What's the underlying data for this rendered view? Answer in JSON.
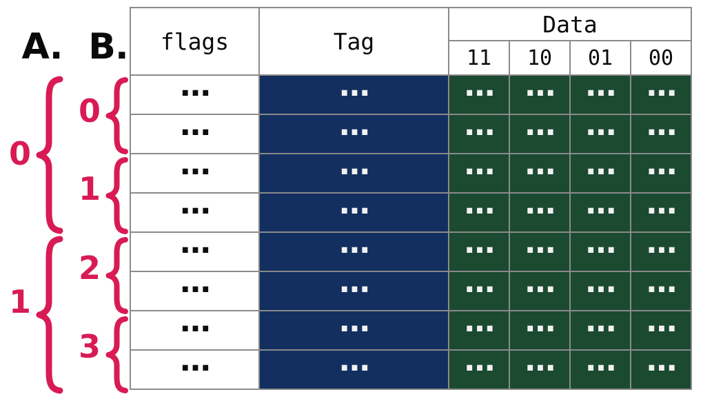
{
  "gutter": {
    "a_title": "A.",
    "b_title": "B.",
    "a_groups": [
      {
        "label": "0"
      },
      {
        "label": "1"
      }
    ],
    "b_groups": [
      {
        "label": "0"
      },
      {
        "label": "1"
      },
      {
        "label": "2"
      },
      {
        "label": "3"
      }
    ]
  },
  "table": {
    "headers": {
      "flags": "flags",
      "tag": "Tag",
      "data": "Data",
      "data_subcolumns": [
        "11",
        "10",
        "01",
        "00"
      ]
    },
    "rows": [
      {
        "flags": "...",
        "tag": "...",
        "data": [
          "...",
          "...",
          "...",
          "..."
        ]
      },
      {
        "flags": "...",
        "tag": "...",
        "data": [
          "...",
          "...",
          "...",
          "..."
        ]
      },
      {
        "flags": "...",
        "tag": "...",
        "data": [
          "...",
          "...",
          "...",
          "..."
        ]
      },
      {
        "flags": "...",
        "tag": "...",
        "data": [
          "...",
          "...",
          "...",
          "..."
        ]
      },
      {
        "flags": "...",
        "tag": "...",
        "data": [
          "...",
          "...",
          "...",
          "..."
        ]
      },
      {
        "flags": "...",
        "tag": "...",
        "data": [
          "...",
          "...",
          "...",
          "..."
        ]
      },
      {
        "flags": "...",
        "tag": "...",
        "data": [
          "...",
          "...",
          "...",
          "..."
        ]
      },
      {
        "flags": "...",
        "tag": "...",
        "data": [
          "...",
          "...",
          "...",
          "..."
        ]
      }
    ]
  },
  "colors": {
    "accent_pink": "#d81b55",
    "tag_navy": "#132f60",
    "data_green": "#1b4a31",
    "grid_gray": "#8a8a8a"
  }
}
